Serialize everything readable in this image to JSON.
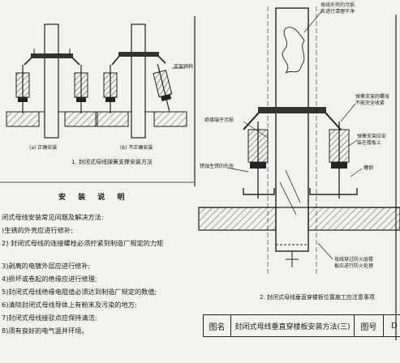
{
  "left_figure": {
    "label_correct": "(a) 正确安装",
    "label_incorrect": "(b) 不正确安装",
    "callout_spring_tilt": "支架倾斜",
    "caption": "1. 封闭式母线弹簧支撑安装方法"
  },
  "right_figure": {
    "callout_top": [
      "母线外壳的污损",
      "应进行清理干净"
    ],
    "callout_insulator": "绝缘端子污损",
    "callout_bolt": [
      "弹簧支架的螺母",
      "不能完全收紧"
    ],
    "callout_rust": "锈蚀生锈的外壳",
    "callout_spring": [
      "弹簧支架应安",
      "装在楼板上"
    ],
    "callout_steel": "槽钢",
    "callout_fire": [
      "母线穿过防火层楼",
      "板应进行防火处理"
    ],
    "caption": "2. 封闭式母线垂直穿楼板位置施工应注意事项"
  },
  "instructions": {
    "title": "安 装 说 明",
    "lines": [
      "闭式母线安装常见问题及解决方法:",
      ")生锈的外壳应进行修补;",
      "2) 封闭式母线的连接螺栓必须拧紧到制造厂规定的力矩",
      "3)剥离的电镀外层应进行修补;",
      "4)损坏或卷起的绝缘应进行修理;",
      "5)封闭式母线绝缘电阻值必须达到制造厂规定的数值;",
      "6)清除封闭式母线导体上有粉末及污染的地方;",
      "7)封闭式母线接驳点应保持清洁;",
      "8)须有良好的电气竖井环境。"
    ]
  },
  "title_block": {
    "name_label": "图名",
    "name_value": "封闭式母线垂直穿楼板安装方法(三)",
    "number_label": "图号",
    "number_value": "D"
  }
}
